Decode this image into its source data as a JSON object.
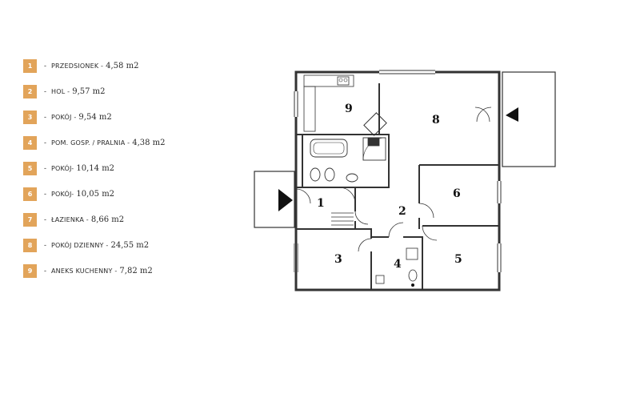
{
  "legend": {
    "accent_color": "#e2a45a",
    "items": [
      {
        "num": "1",
        "name": "PRZEDSIONEK -",
        "area": "4,58 m2"
      },
      {
        "num": "2",
        "name": "HOL -",
        "area": "9,57 m2"
      },
      {
        "num": "3",
        "name": "POKÓJ -",
        "area": "9,54 m2"
      },
      {
        "num": "4",
        "name": "POM. GOSP. / PRALNIA -",
        "area": "4,38 m2"
      },
      {
        "num": "5",
        "name": "POKÓJ-",
        "area": "10,14 m2"
      },
      {
        "num": "6",
        "name": "POKÓJ-",
        "area": "10,05 m2"
      },
      {
        "num": "7",
        "name": "ŁAZIENKA -",
        "area": "8,66 m2"
      },
      {
        "num": "8",
        "name": "POKÓJ DZIENNY -",
        "area": "24,55 m2"
      },
      {
        "num": "9",
        "name": "ANEKS KUCHENNY -",
        "area": "7,82 m2"
      }
    ]
  },
  "plan": {
    "room_labels": [
      "1",
      "2",
      "3",
      "4",
      "5",
      "6",
      "8",
      "9"
    ],
    "icons": [
      "entrance-arrow-icon",
      "balcony-arrow-icon",
      "bathtub-icon",
      "toilet-icon",
      "sink-icon",
      "stove-icon"
    ]
  }
}
